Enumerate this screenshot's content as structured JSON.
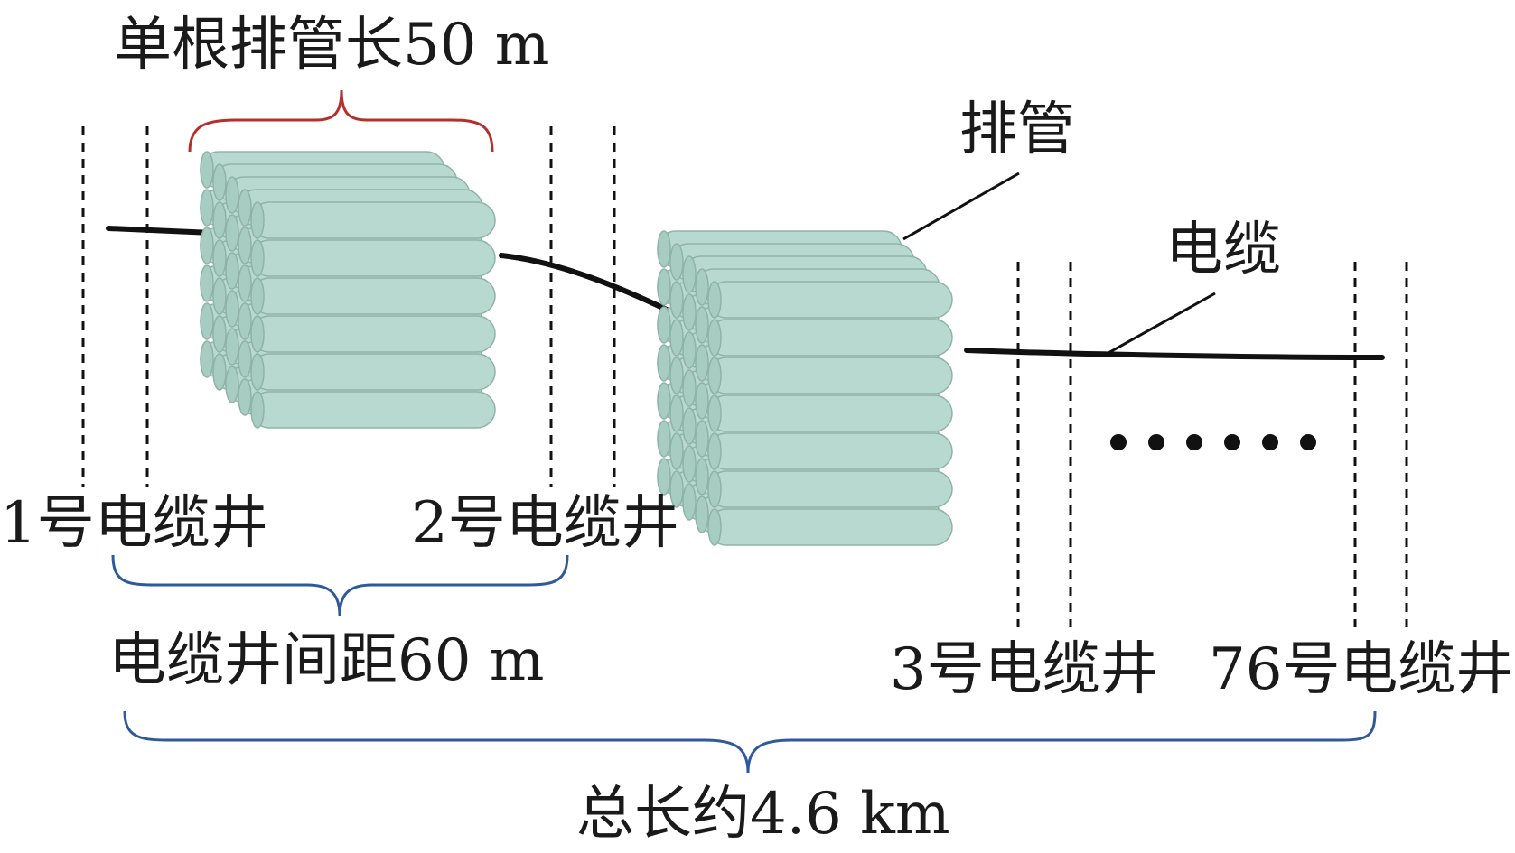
{
  "labels": {
    "single_pipe_length": "单根排管长50 m",
    "duct": "排管",
    "cable": "电缆",
    "well_1": "1号电缆井",
    "well_2": "2号电缆井",
    "well_3": "3号电缆井",
    "well_76": "76号电缆井",
    "well_spacing": "电缆井间距60 m",
    "total_length": "总长约4.6 km"
  },
  "colors": {
    "pipe_fill": "#b8d9cf",
    "pipe_stroke": "#8fb3a7",
    "pipe_end": "#a7ccc1",
    "cable": "#111111",
    "red_brace": "#b5302a",
    "blue_brace": "#2f5a9a",
    "dashed": "#111111"
  }
}
